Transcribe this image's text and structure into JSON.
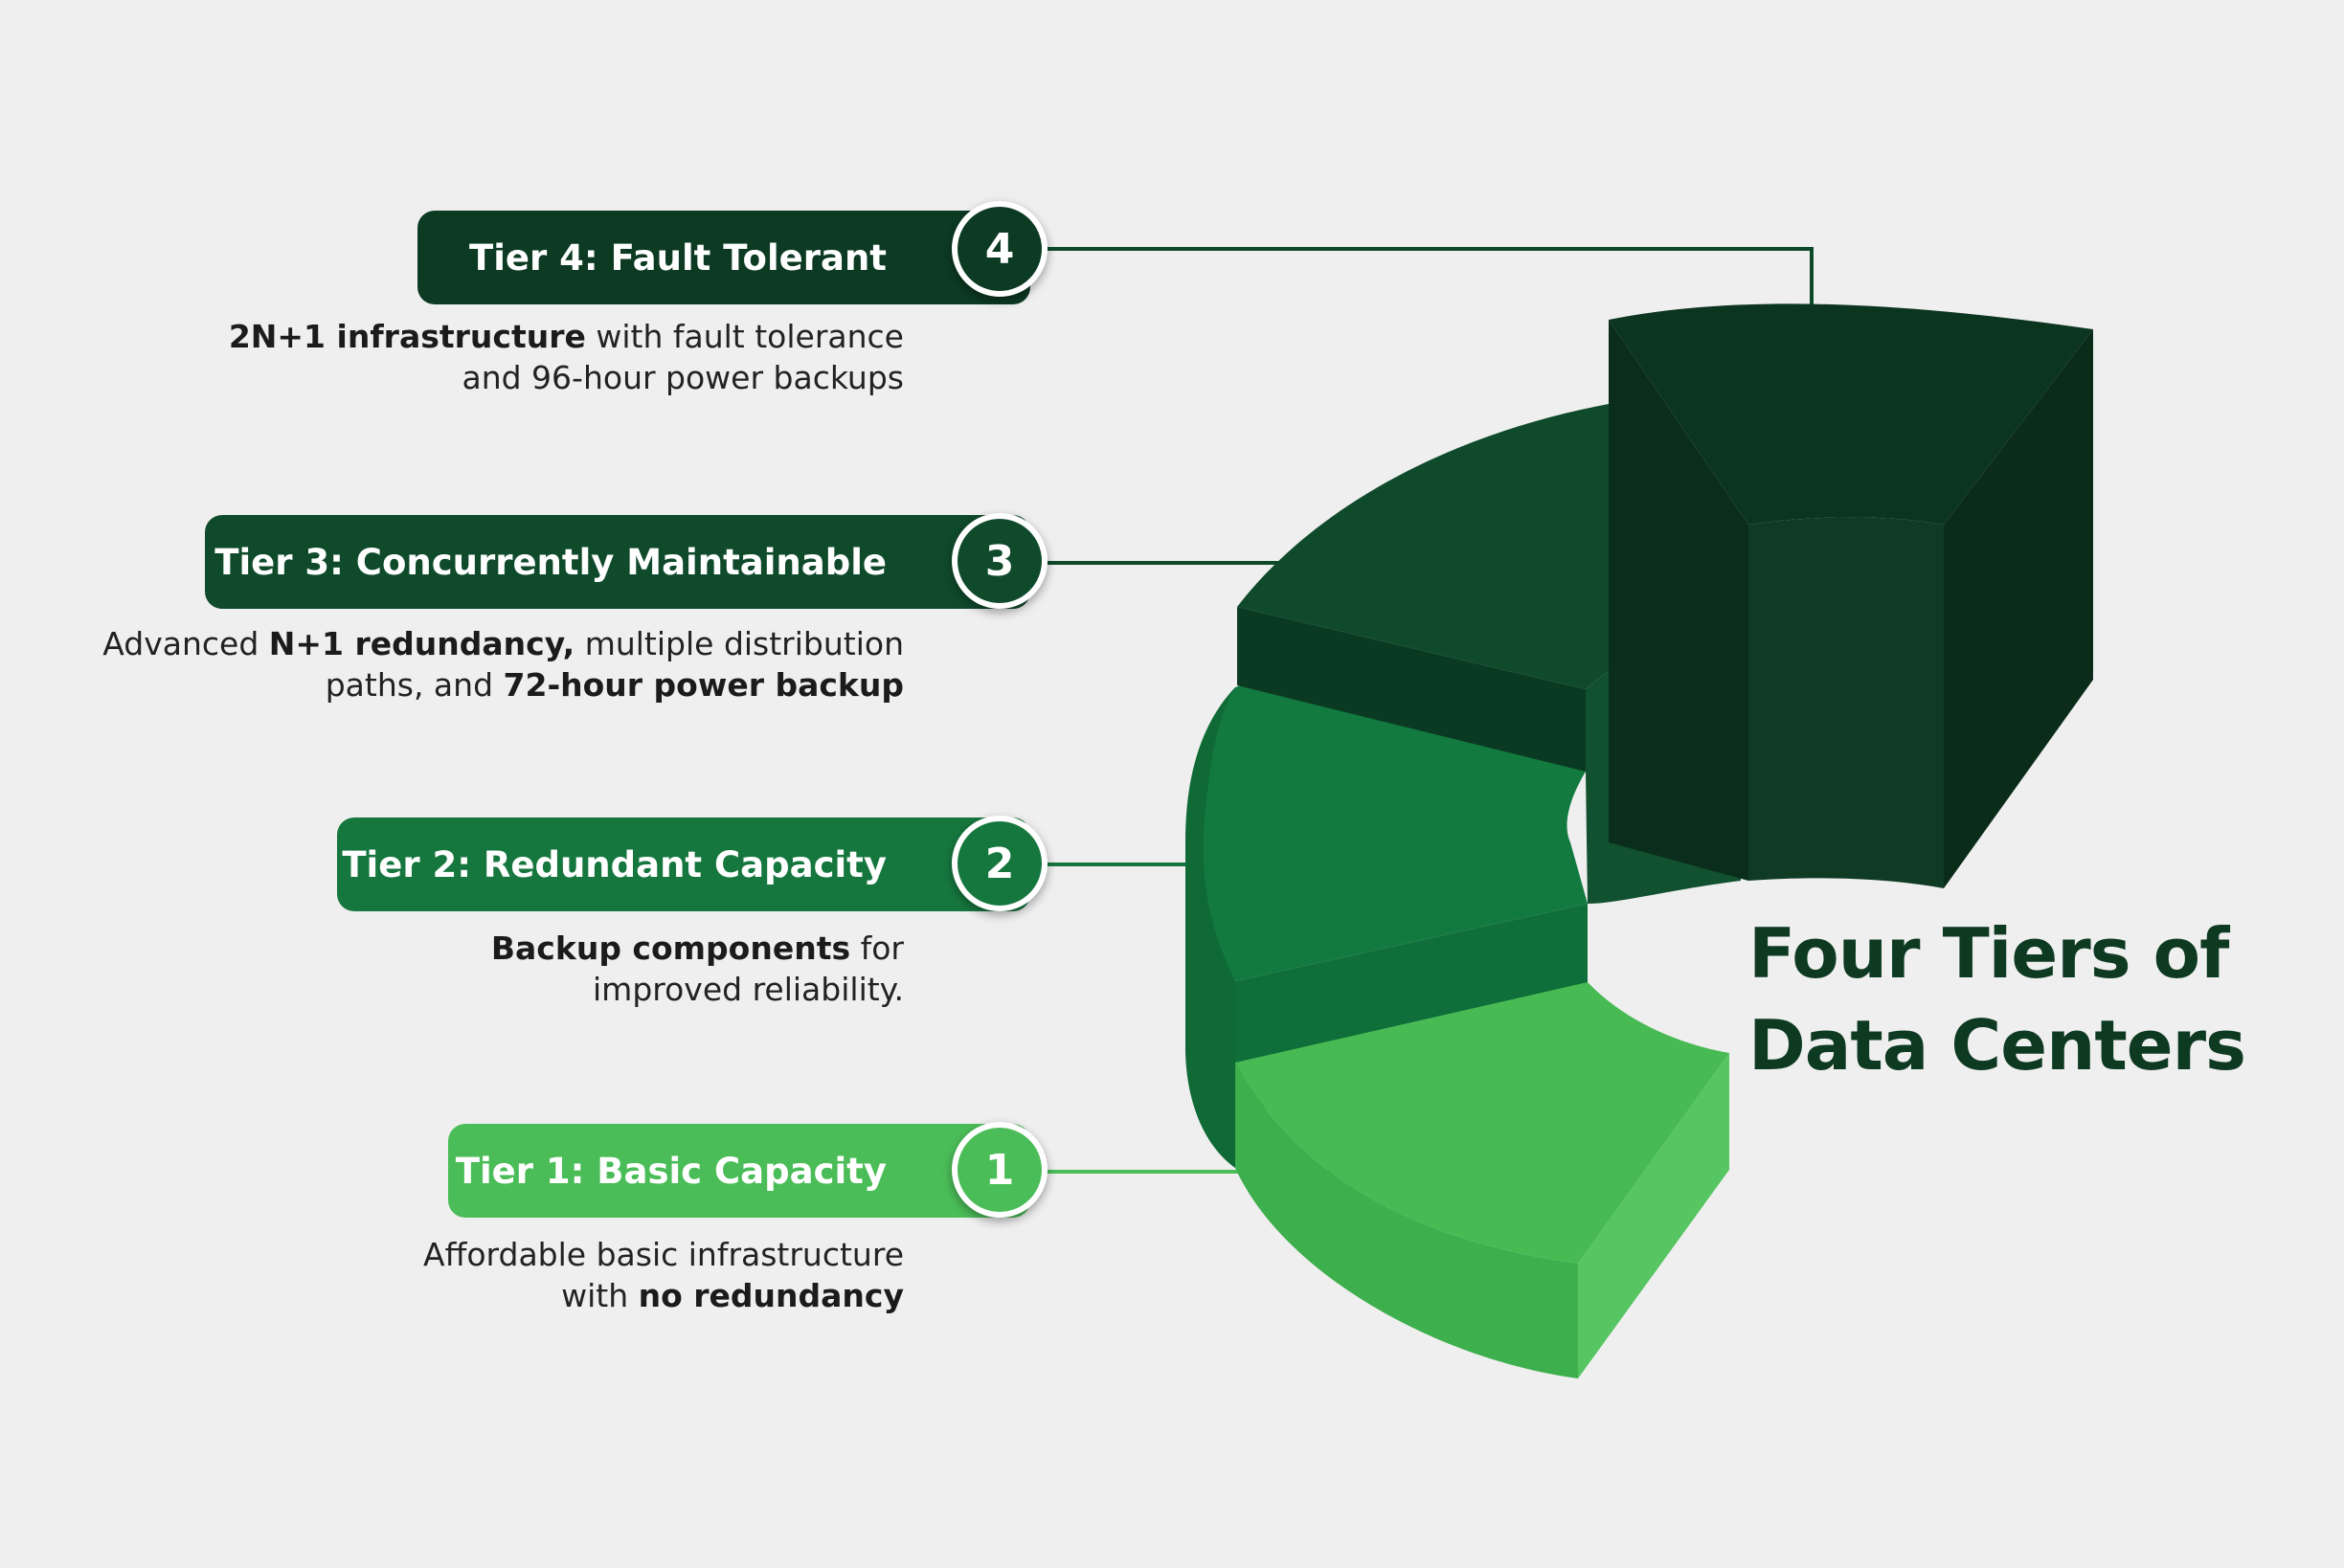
{
  "title": {
    "line1": "Four Tiers of",
    "line2": "Data Centers"
  },
  "tiers": [
    {
      "number": "4",
      "label": "Tier 4: Fault Tolerant",
      "color": "#0c3a22",
      "desc_line1": [
        {
          "text": "2N+1 infrastructure",
          "bold": true
        },
        {
          "text": " with fault tolerance",
          "bold": false
        }
      ],
      "desc_line2": [
        {
          "text": "and 96-hour power backups",
          "bold": false
        }
      ]
    },
    {
      "number": "3",
      "label": "Tier 3: Concurrently Maintainable",
      "color": "#0f4a2b",
      "desc_line1": [
        {
          "text": "Advanced ",
          "bold": false
        },
        {
          "text": "N+1 redundancy,",
          "bold": true
        },
        {
          "text": " multiple distribution",
          "bold": false
        }
      ],
      "desc_line2": [
        {
          "text": "paths, and ",
          "bold": false
        },
        {
          "text": "72-hour power backup",
          "bold": true
        }
      ]
    },
    {
      "number": "2",
      "label": "Tier 2: Redundant Capacity",
      "color": "#16773e",
      "desc_line1": [
        {
          "text": "Backup components",
          "bold": true
        },
        {
          "text": " for",
          "bold": false
        }
      ],
      "desc_line2": [
        {
          "text": "improved reliability.",
          "bold": false
        }
      ]
    },
    {
      "number": "1",
      "label": "Tier 1: Basic Capacity",
      "color": "#4bbd58",
      "desc_line1": [
        {
          "text": "Affordable basic infrastructure",
          "bold": false
        }
      ],
      "desc_line2": [
        {
          "text": "with ",
          "bold": false
        },
        {
          "text": "no redundancy",
          "bold": true
        }
      ]
    }
  ],
  "colors": {
    "background": "#efefef",
    "title": "#0e3a22",
    "tier4_top": "#0c3520",
    "tier4_side": "#0a2e1b",
    "tier4_front": "#0f3b24",
    "tier3_top": "#0f4a2b",
    "tier3_side": "#0c3e24",
    "tier2_top": "#137a3f",
    "tier2_side": "#0f6a36",
    "tier1_top": "#48ba54",
    "tier1_side": "#57c562",
    "connector": "#0e4a2a"
  }
}
